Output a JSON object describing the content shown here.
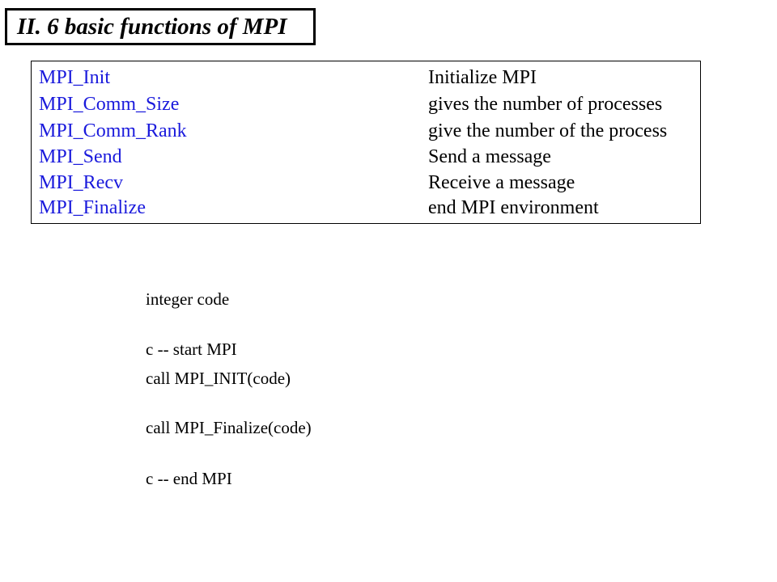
{
  "title": "II.  6 basic functions of MPI",
  "colors": {
    "function_name": "#1a1adc",
    "text": "#000000",
    "border": "#000000",
    "background": "#ffffff"
  },
  "functions": [
    {
      "name": "MPI_Init",
      "description": "Initialize MPI"
    },
    {
      "name": "MPI_Comm_Size",
      "description": "gives the number of processes"
    },
    {
      "name": "MPI_Comm_Rank",
      "description": "give the number of the process"
    },
    {
      "name": "MPI_Send",
      "description": "Send a message"
    },
    {
      "name": "MPI_Recv",
      "description": "Receive a message"
    },
    {
      "name": "MPI_Finalize",
      "description": "end MPI environment"
    }
  ],
  "code": [
    "integer  code",
    "c -- start MPI",
    "call MPI_INIT(code)",
    "call MPI_Finalize(code)",
    "c -- end MPI"
  ]
}
